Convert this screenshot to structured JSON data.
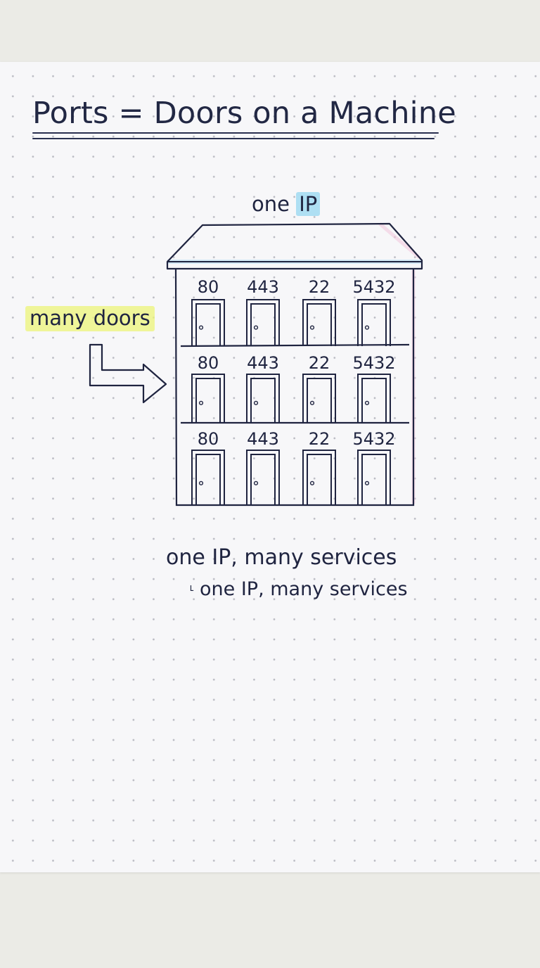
{
  "title": "Ports = Doors on a Machine",
  "building": {
    "roof_label": "one",
    "roof_label_highlight": "IP",
    "floors": [
      [
        "80",
        "443",
        "22",
        "5432"
      ],
      [
        "80",
        "443",
        "22",
        "5432"
      ],
      [
        "80",
        "443",
        "22",
        "5432"
      ]
    ]
  },
  "callout": {
    "label": "many doors"
  },
  "caption": {
    "main": "one IP, many services",
    "sub_marker": "˪",
    "sub": "one IP, many services"
  },
  "colors": {
    "ink": "#1f2440",
    "ip_highlight": "#96d7f0",
    "doors_highlight": "#ecf478",
    "roof_tint_pink": "#f2c6dc",
    "roof_tint_blue": "#b9dcf2"
  }
}
